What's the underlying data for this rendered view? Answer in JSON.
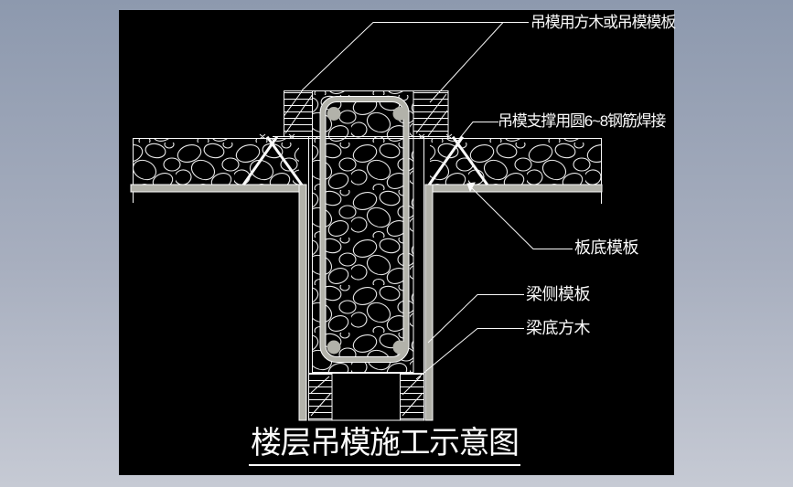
{
  "frame": {
    "gradient_top": "#8d99ae",
    "gradient_bottom": "#c6cad4"
  },
  "canvas": {
    "background": "#000000",
    "line_color": "#fafafa",
    "formwork_fill_color": "#b2b2aa"
  },
  "annotations": [
    {
      "id": "hanging-formwork-timber",
      "text": "吊模用方木或吊模模板"
    },
    {
      "id": "hanging-formwork-support",
      "text": "吊模支撑用圆6~8钢筋焊接"
    },
    {
      "id": "slab-bottom-formwork",
      "text": "板底模板"
    },
    {
      "id": "beam-side-formwork",
      "text": "梁侧模板"
    },
    {
      "id": "beam-bottom-timber",
      "text": "梁底方木"
    }
  ],
  "title": {
    "text": "楼层吊模施工示意图"
  }
}
